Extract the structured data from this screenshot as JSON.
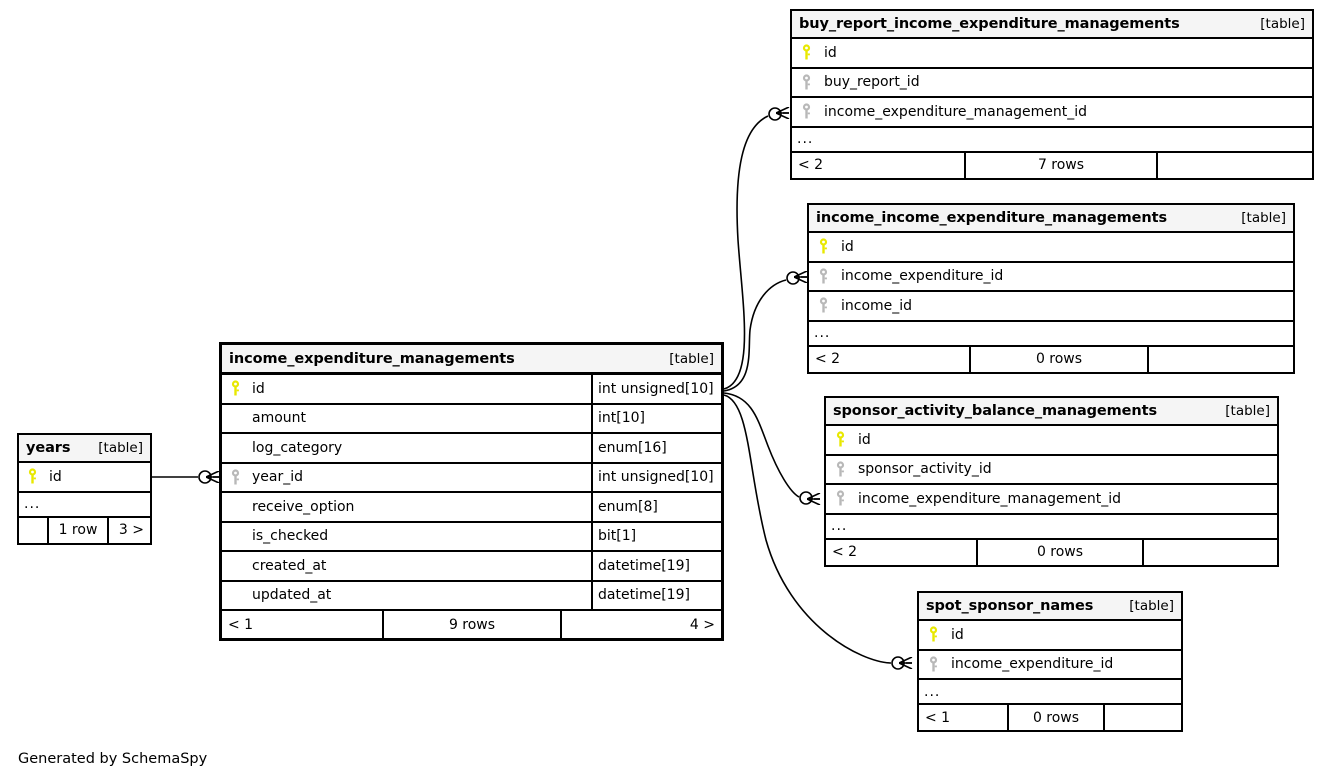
{
  "diagram": {
    "type": "entity-relationship-diagram",
    "generator_note": "Generated by SchemaSpy",
    "table_tag": "[table]",
    "ellipsis": "...",
    "icons": {
      "primary_key": "primary-key-icon",
      "foreign_key": "foreign-key-icon"
    },
    "colors": {
      "primary_key": "#e8e800",
      "foreign_key": "#b0b0b0",
      "header_bg": "#f5f5f5",
      "border": "#000000",
      "background": "#ffffff"
    }
  },
  "tables": [
    {
      "id": "buy_report_income_expenditure_managements",
      "name": "buy_report_income_expenditure_managements",
      "tag": "[table]",
      "columns": [
        {
          "name": "id",
          "key": "primary",
          "type": ""
        },
        {
          "name": "buy_report_id",
          "key": "foreign",
          "type": ""
        },
        {
          "name": "income_expenditure_management_id",
          "key": "foreign",
          "type": ""
        }
      ],
      "has_more": true,
      "footer": {
        "left": "< 2",
        "middle": "7 rows",
        "right": ""
      }
    },
    {
      "id": "income_income_expenditure_managements",
      "name": "income_income_expenditure_managements",
      "tag": "[table]",
      "columns": [
        {
          "name": "id",
          "key": "primary",
          "type": ""
        },
        {
          "name": "income_expenditure_id",
          "key": "foreign",
          "type": ""
        },
        {
          "name": "income_id",
          "key": "foreign",
          "type": ""
        }
      ],
      "has_more": true,
      "footer": {
        "left": "< 2",
        "middle": "0 rows",
        "right": ""
      }
    },
    {
      "id": "sponsor_activity_balance_managements",
      "name": "sponsor_activity_balance_managements",
      "tag": "[table]",
      "columns": [
        {
          "name": "id",
          "key": "primary",
          "type": ""
        },
        {
          "name": "sponsor_activity_id",
          "key": "foreign",
          "type": ""
        },
        {
          "name": "income_expenditure_management_id",
          "key": "foreign",
          "type": ""
        }
      ],
      "has_more": true,
      "footer": {
        "left": "< 2",
        "middle": "0 rows",
        "right": ""
      }
    },
    {
      "id": "spot_sponsor_names",
      "name": "spot_sponsor_names",
      "tag": "[table]",
      "columns": [
        {
          "name": "id",
          "key": "primary",
          "type": ""
        },
        {
          "name": "income_expenditure_id",
          "key": "foreign",
          "type": ""
        }
      ],
      "has_more": true,
      "footer": {
        "left": "< 1",
        "middle": "0 rows",
        "right": ""
      }
    },
    {
      "id": "income_expenditure_managements",
      "name": "income_expenditure_managements",
      "tag": "[table]",
      "focal": true,
      "columns": [
        {
          "name": "id",
          "key": "primary",
          "type": "int unsigned[10]"
        },
        {
          "name": "amount",
          "key": "none",
          "type": "int[10]"
        },
        {
          "name": "log_category",
          "key": "none",
          "type": "enum[16]"
        },
        {
          "name": "year_id",
          "key": "foreign",
          "type": "int unsigned[10]"
        },
        {
          "name": "receive_option",
          "key": "none",
          "type": "enum[8]"
        },
        {
          "name": "is_checked",
          "key": "none",
          "type": "bit[1]"
        },
        {
          "name": "created_at",
          "key": "none",
          "type": "datetime[19]"
        },
        {
          "name": "updated_at",
          "key": "none",
          "type": "datetime[19]"
        }
      ],
      "has_more": false,
      "footer": {
        "left": "< 1",
        "middle": "9 rows",
        "right": "4 >"
      }
    },
    {
      "id": "years",
      "name": "years",
      "tag": "[table]",
      "columns": [
        {
          "name": "id",
          "key": "primary",
          "type": ""
        }
      ],
      "has_more": true,
      "footer": {
        "left": "",
        "middle": "1 row",
        "right": "3 >"
      }
    }
  ],
  "relationships": [
    {
      "from": "income_expenditure_managements.id",
      "to": "buy_report_income_expenditure_managements.income_expenditure_management_id"
    },
    {
      "from": "income_expenditure_managements.id",
      "to": "income_income_expenditure_managements.income_expenditure_id"
    },
    {
      "from": "income_expenditure_managements.id",
      "to": "sponsor_activity_balance_managements.income_expenditure_management_id"
    },
    {
      "from": "income_expenditure_managements.id",
      "to": "spot_sponsor_names.income_expenditure_id"
    },
    {
      "from": "years.id",
      "to": "income_expenditure_managements.year_id"
    }
  ]
}
